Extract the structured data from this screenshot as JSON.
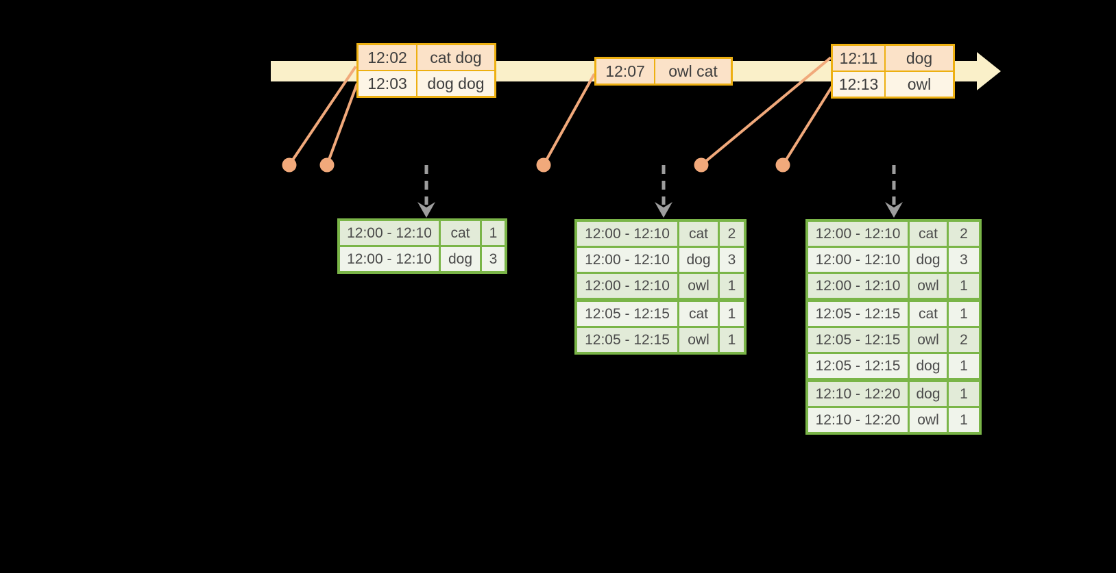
{
  "colors": {
    "background": "#000000",
    "timeline_fill": "#faf0c9",
    "event_table_border": "#edb012",
    "event_row_peach": "#fbe2c8",
    "event_row_cream": "#fdf5e6",
    "result_table_border": "#7ab548",
    "result_row_dark": "#e2ebd8",
    "result_row_light": "#f0f4eb",
    "connector": "#f1a97b",
    "trigger_arrow": "#9e9e9e",
    "text": "#3e3e3e"
  },
  "event_tables": [
    {
      "rows": [
        [
          "12:02",
          "cat dog"
        ],
        [
          "12:03",
          "dog dog"
        ]
      ]
    },
    {
      "rows": [
        [
          "12:07",
          "owl cat"
        ]
      ]
    },
    {
      "rows": [
        [
          "12:11",
          "dog"
        ],
        [
          "12:13",
          "owl"
        ]
      ]
    }
  ],
  "result_tables": [
    {
      "rows": [
        [
          "12:00 - 12:10",
          "cat",
          "1"
        ],
        [
          "12:00 - 12:10",
          "dog",
          "3"
        ]
      ],
      "group_breaks": []
    },
    {
      "rows": [
        [
          "12:00 - 12:10",
          "cat",
          "2"
        ],
        [
          "12:00 - 12:10",
          "dog",
          "3"
        ],
        [
          "12:00 - 12:10",
          "owl",
          "1"
        ],
        [
          "12:05 - 12:15",
          "cat",
          "1"
        ],
        [
          "12:05 - 12:15",
          "owl",
          "1"
        ]
      ],
      "group_breaks": [
        3
      ]
    },
    {
      "rows": [
        [
          "12:00 - 12:10",
          "cat",
          "2"
        ],
        [
          "12:00 - 12:10",
          "dog",
          "3"
        ],
        [
          "12:00 - 12:10",
          "owl",
          "1"
        ],
        [
          "12:05 - 12:15",
          "cat",
          "1"
        ],
        [
          "12:05 - 12:15",
          "owl",
          "2"
        ],
        [
          "12:05 - 12:15",
          "dog",
          "1"
        ],
        [
          "12:10 - 12:20",
          "dog",
          "1"
        ],
        [
          "12:10 - 12:20",
          "owl",
          "1"
        ]
      ],
      "group_breaks": [
        3,
        6
      ]
    }
  ]
}
